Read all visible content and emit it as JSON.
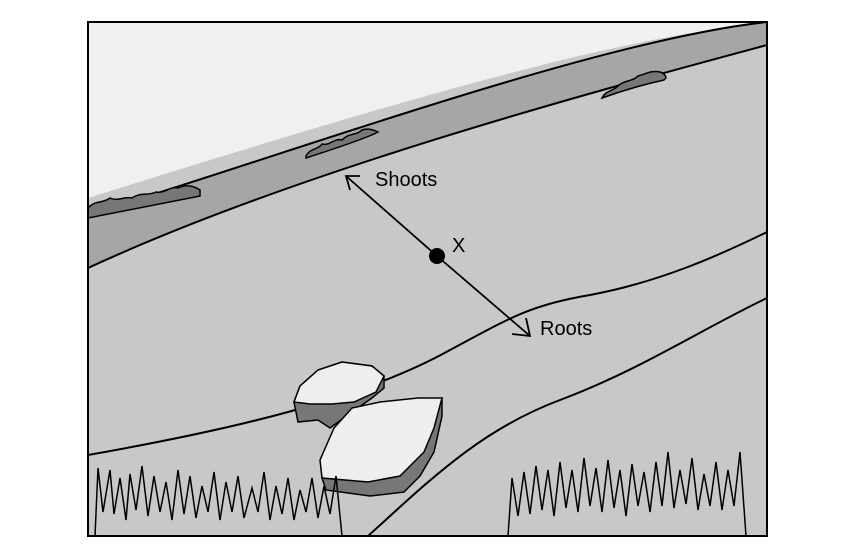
{
  "labels": {
    "shoots": "Shoots",
    "point": "X",
    "roots": "Roots"
  },
  "colors": {
    "sky": "#f0f0f0",
    "hill_dark": "#a6a6a6",
    "soil": "#c8c8c8",
    "rock_face": "#eeeeee",
    "rock_shadow": "#777777",
    "outline": "#000000"
  }
}
